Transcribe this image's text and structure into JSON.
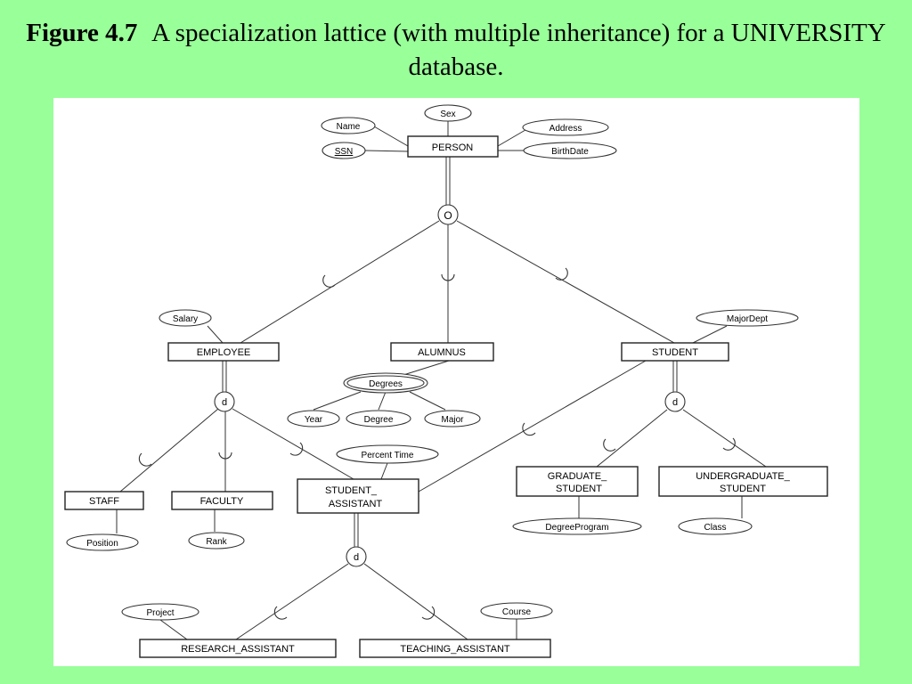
{
  "caption": {
    "label": "Figure 4.7",
    "text": "A specialization lattice (with multiple inheritance) for a UNIVERSITY database."
  },
  "entities": {
    "person": "PERSON",
    "employee": "EMPLOYEE",
    "alumnus": "ALUMNUS",
    "student": "STUDENT",
    "staff": "STAFF",
    "faculty": "FACULTY",
    "student_assistant_1": "STUDENT_",
    "student_assistant_2": "ASSISTANT",
    "graduate_student_1": "GRADUATE_",
    "graduate_student_2": "STUDENT",
    "undergraduate_student_1": "UNDERGRADUATE_",
    "undergraduate_student_2": "STUDENT",
    "research_assistant": "RESEARCH_ASSISTANT",
    "teaching_assistant": "TEACHING_ASSISTANT"
  },
  "attributes": {
    "name": "Name",
    "ssn": "SSN",
    "sex": "Sex",
    "address": "Address",
    "birthdate": "BirthDate",
    "salary": "Salary",
    "degrees": "Degrees",
    "year": "Year",
    "degree": "Degree",
    "major": "Major",
    "majordept": "MajorDept",
    "percent_time": "Percent Time",
    "position": "Position",
    "rank": "Rank",
    "degree_program": "DegreeProgram",
    "class": "Class",
    "project": "Project",
    "course": "Course"
  },
  "specializations": {
    "person": "O",
    "employee": "d",
    "student": "d",
    "student_assistant": "d"
  }
}
